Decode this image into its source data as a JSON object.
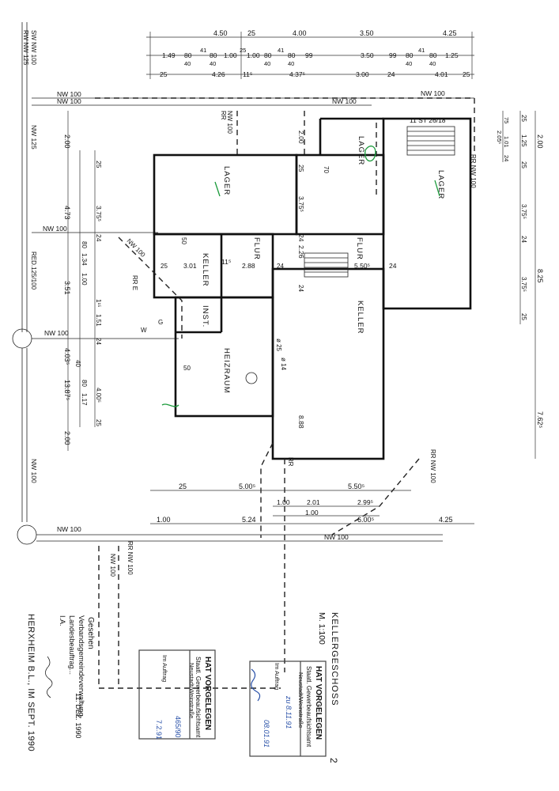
{
  "drawing": {
    "sheet_title": "KELLERGESCHOSS",
    "sheet_number": "2",
    "scale": "M. 1:100",
    "place_date": "HERXHEIM B.L., IM SEPT. 1990",
    "author_line1": "Gesehen",
    "author_line2": "Verbandsgemeindeverwaltung",
    "author_line3": "Landesbeauftrag...",
    "author_line4": "I.A.",
    "author_date": "11. DEZ. 1990"
  },
  "rooms": {
    "lager1": "LAGER",
    "lager2": "LAGER",
    "lager3": "LAGER",
    "flur1": "FLUR",
    "flur2": "FLUR",
    "keller1": "KELLER",
    "keller2": "KELLER",
    "inst": "INST.",
    "heizraum": "HEIZRAUM",
    "stairs": "11 ST  26/18"
  },
  "pipes": {
    "rw": "RW  NW 125",
    "sw": "SW  NW 100",
    "nw100": "NW 100",
    "nw125": "NW 125",
    "red": "RED.125/100",
    "rr_nw100": "RR NW 100",
    "rr": "RR",
    "rr_nw100_b": "NW 100",
    "rr_e": "RR E",
    "g": "G",
    "w": "W",
    "pipe_25": "ø 25",
    "pipe_14": "ø 14"
  },
  "dimensions": {
    "top1": [
      "4.50",
      "25",
      "4.00",
      "3.50",
      "4.25"
    ],
    "top2": [
      "1.49",
      "80",
      "41",
      "80",
      "1.00",
      "25",
      "1.00",
      "80",
      "41",
      "80",
      "99",
      "3.50",
      "99",
      "80",
      "41",
      "80",
      "1.25"
    ],
    "top2b": [
      "40",
      "40",
      "40",
      "40",
      "40",
      "40"
    ],
    "top3": [
      "25",
      "4.26",
      "11⁵",
      "4.37⁵",
      "3.00",
      "24",
      "4.01",
      "25"
    ],
    "left_a": [
      "2.00",
      "4.73",
      "3.51",
      "4.03⁵",
      "13.87⁵",
      "2.00"
    ],
    "left_b": [
      "25",
      "3.75⁵",
      "24",
      "80",
      "1.34",
      "1.00",
      "1¹⁵",
      "1.51",
      "24",
      "40",
      "80",
      "1.17",
      "4.00⁵",
      "25"
    ],
    "right_a": [
      "2.00",
      "8.25",
      "7.62⁵"
    ],
    "right_b": [
      "25",
      "1.25",
      "25",
      "3.75⁵",
      "24",
      "3.75⁵",
      "25"
    ],
    "right_c": [
      "75",
      "1.01",
      "24",
      "2.05¹"
    ],
    "inner": [
      "2.00",
      "25",
      "3.75⁵",
      "24",
      "2.26",
      "3.01",
      "11⁵",
      "2.88",
      "5.50⁵",
      "24",
      "8.88",
      "50",
      "50",
      "25",
      "24",
      "24",
      "70"
    ],
    "bottom1": [
      "25",
      "5.00⁵",
      "5.50⁵"
    ],
    "bottom2": [
      "1.00",
      "2.01",
      "2.99⁵"
    ],
    "bottom3": [
      "1.00"
    ],
    "bottom4": [
      "1.00",
      "5.24",
      "6.00⁵",
      "4.25"
    ]
  },
  "stamps": {
    "stamp1_title": "HAT VORGELEGEN",
    "stamp1_line2": "Staatl. Gewerbeaufsichtsamt",
    "stamp1_line3": "Neustadt/Weinstraße",
    "stamp1_line4": "Im Auftrag",
    "stamp2_title": "HAT VORGELEGEN",
    "stamp2_line2": "Staatl. Gewerbeaufsichtsamt",
    "stamp2_line3": "Neustadt/Weinstraße",
    "stamp2_line4": "Im Auftrag",
    "stamp2_date1": "zu 8.11.91",
    "stamp2_date2": "08.01.91",
    "stamp1_date": "7.2.91",
    "stamp1_ref": "465/90"
  },
  "colors": {
    "ink": "#111111",
    "green_annotation": "#1a9a3a",
    "blue_ink": "#2850a8"
  }
}
